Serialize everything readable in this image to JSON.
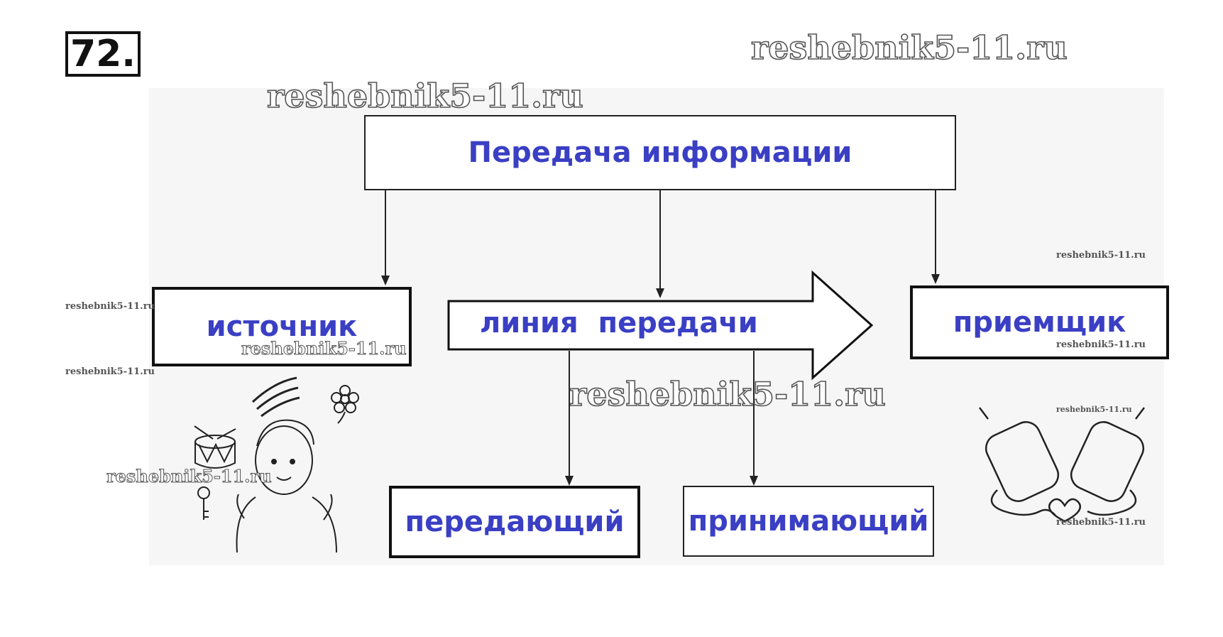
{
  "task_number": "72.",
  "diagram": {
    "root": "Передача информации",
    "source": "источник",
    "channel": "линия  передачи",
    "receiver": "приемщик",
    "transmitter": "передающий",
    "accepting": "принимающий"
  },
  "watermarks": {
    "large": "reshebnik5-11.ru",
    "small": "reshebnik5-11.ru"
  },
  "colors": {
    "label": "#3a3fc4",
    "line": "#222222"
  }
}
